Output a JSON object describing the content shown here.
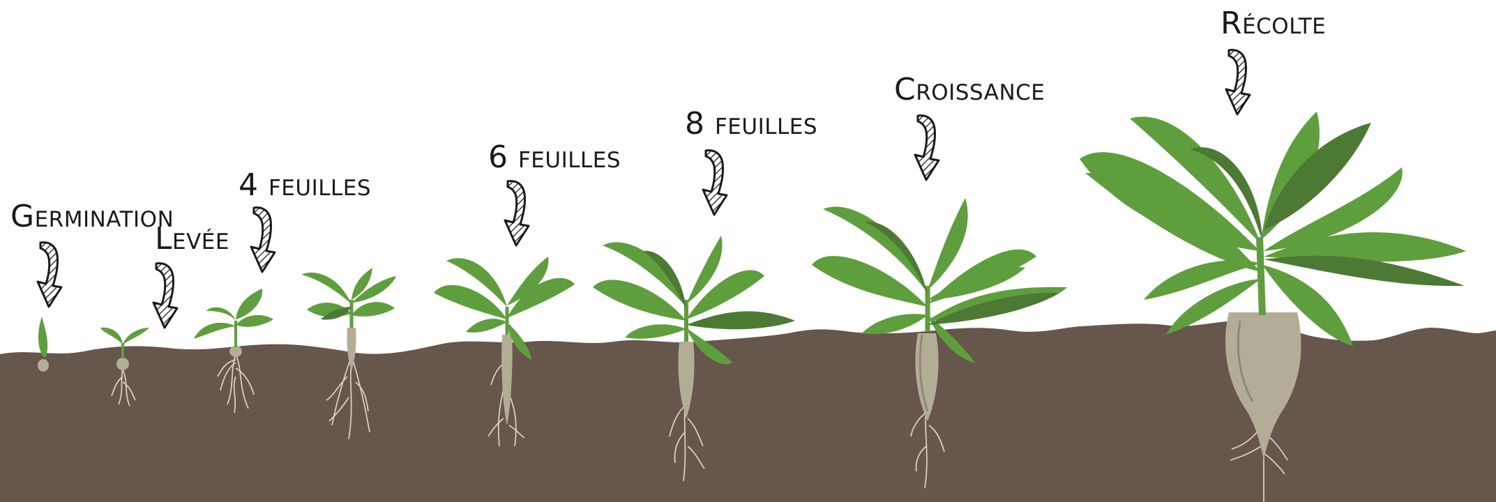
{
  "diagram": {
    "stages": [
      {
        "id": "germination",
        "label": "Germination"
      },
      {
        "id": "levee",
        "label": "Levée"
      },
      {
        "id": "4-feuilles",
        "label": "4 feuilles"
      },
      {
        "id": "6-feuilles",
        "label": "6 feuilles"
      },
      {
        "id": "8-feuilles",
        "label": "8 feuilles"
      },
      {
        "id": "croissance",
        "label": "Croissance"
      },
      {
        "id": "recolte",
        "label": "Récolte"
      }
    ],
    "colors": {
      "soil": "#66564c",
      "leaf": "#5f9e3d",
      "leaf_dark": "#4c7a34",
      "root": "#b3ad98",
      "root_dark": "#8e8876",
      "rootlet": "#d6d0bc",
      "text": "#1a1a1a"
    }
  }
}
